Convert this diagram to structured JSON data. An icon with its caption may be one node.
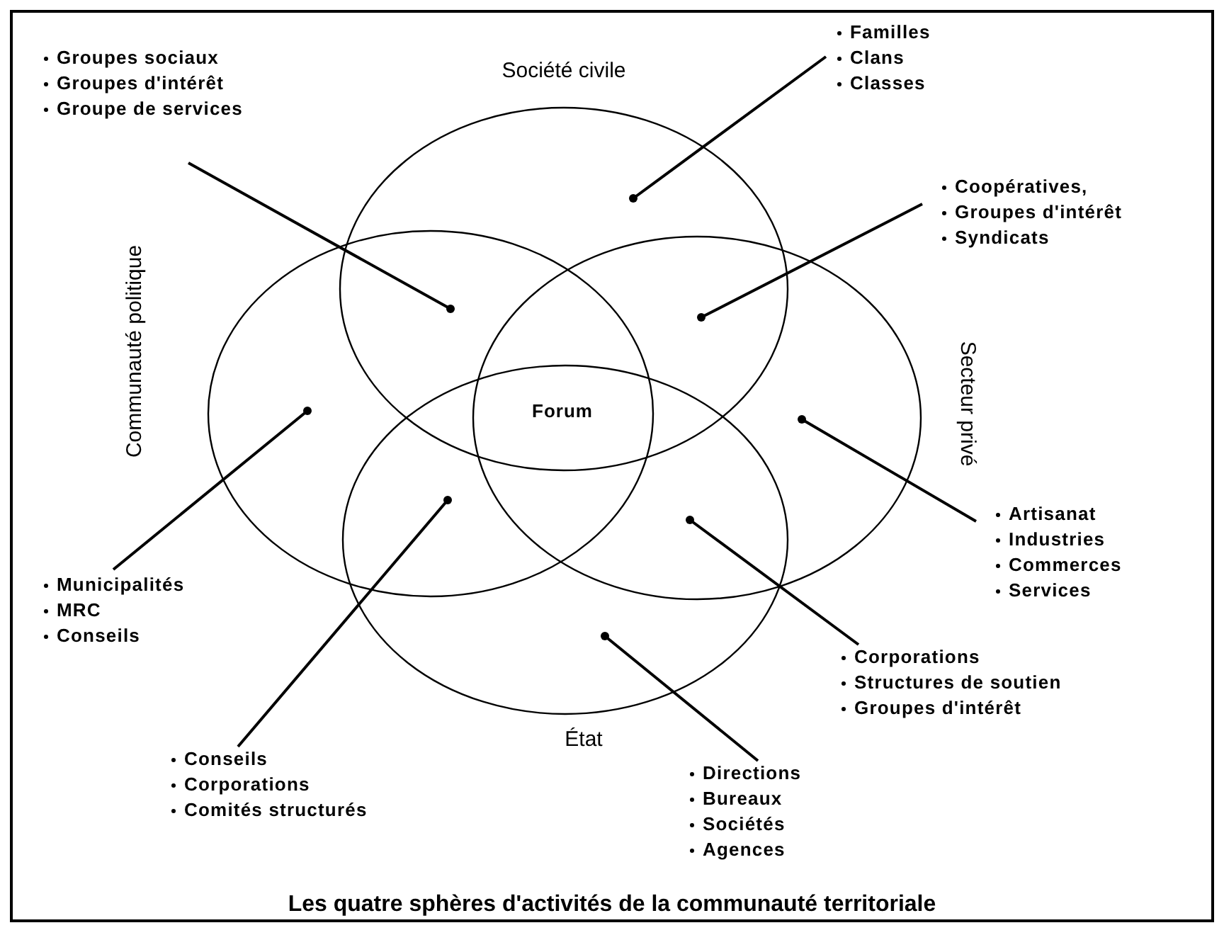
{
  "diagram": {
    "caption": "Les quatre sphères d'activités de la communauté territoriale",
    "nodes": [
      {
        "text": [
          "Société civile"
        ]
      },
      {
        "text": [
          "Communauté politique"
        ]
      },
      {
        "text": [
          "Secteur privé"
        ]
      },
      {
        "text": [
          "État"
        ]
      },
      {
        "text": [
          "Groupes sociaux",
          "Groupes d'intérêt",
          "Groupe de services"
        ]
      },
      {
        "text": [
          "Familles",
          "Clans",
          "Classes"
        ]
      },
      {
        "text": [
          "Coopératives,",
          "Groupes d'intérêt",
          "Syndicats"
        ]
      },
      {
        "text": [
          "Municipalités",
          "MRC",
          "Conseils"
        ]
      },
      {
        "text": [
          "Artisanat",
          "Industries",
          "Commerces",
          "Services"
        ]
      },
      {
        "text": [
          "Conseils",
          "Corporations",
          "Comités structurés"
        ]
      },
      {
        "text": [
          "Corporations",
          "Structures de soutien",
          "Groupes d'intérêt"
        ]
      },
      {
        "text": [
          "Directions",
          "Bureaux",
          "Sociétés",
          "Agences"
        ]
      }
    ],
    "edges": [
      {
        "from": 4,
        "to": 0,
        "arrow": "other"
      },
      {
        "from": 5,
        "to": 0,
        "arrow": "other"
      },
      {
        "from": 6,
        "to": 0,
        "arrow": "other"
      },
      {
        "from": 7,
        "to": 1,
        "arrow": "other"
      },
      {
        "from": 8,
        "to": 2,
        "arrow": "other"
      },
      {
        "from": 9,
        "to": 3,
        "arrow": "other"
      },
      {
        "from": 10,
        "to": 3,
        "arrow": "other"
      },
      {
        "from": 11,
        "to": 3,
        "arrow": "other"
      }
    ],
    "labels": [
      "Forum"
    ]
  }
}
